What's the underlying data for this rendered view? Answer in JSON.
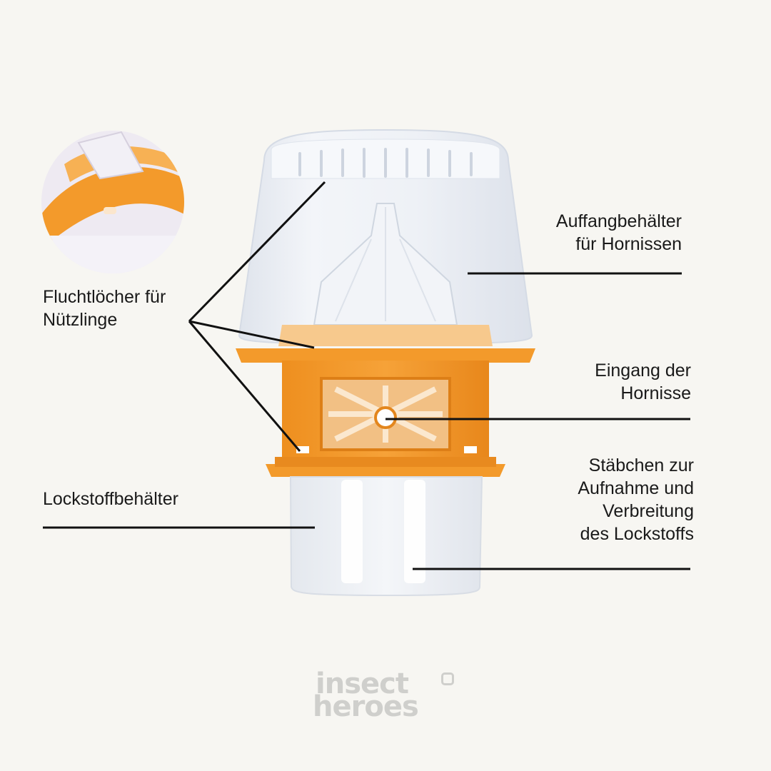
{
  "labels": {
    "escape_holes": [
      "Fluchtlöcher für",
      "Nützlinge"
    ],
    "catch_container": [
      "Auffangbehälter",
      "für Hornissen"
    ],
    "entrance": [
      "Eingang der",
      "Hornisse"
    ],
    "lure_container": [
      "Lockstoffbehälter"
    ],
    "sticks": [
      "Stäbchen zur",
      "Aufnahme und",
      "Verbreitung",
      "des Lockstoffs"
    ]
  },
  "logo": {
    "line1": "insect",
    "line2": "heroes"
  },
  "colors": {
    "background": "#f7f6f2",
    "orange": "#f39a2b",
    "orange_dark": "#e0811a",
    "clear_plastic": "#e9edf3",
    "line": "#111111",
    "logo": "#cfcfcc"
  }
}
